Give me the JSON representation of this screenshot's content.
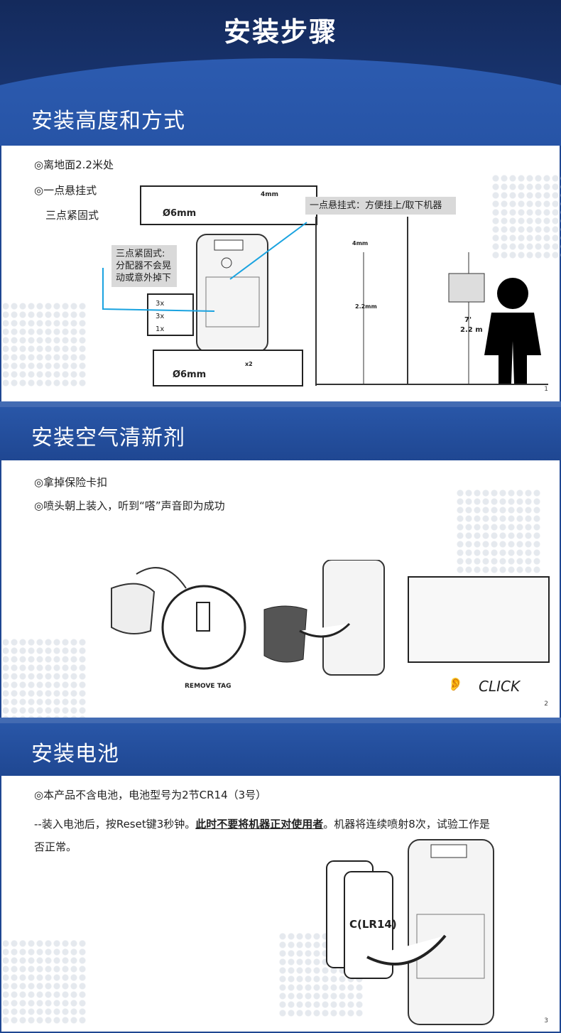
{
  "page_title": "安装步骤",
  "sections": [
    {
      "title": "安装高度和方式",
      "page": "1",
      "bullets": [
        "◎离地面2.2米处",
        "◎一点悬挂式",
        "三点紧固式"
      ],
      "callout_one": "一点悬挂式：方便挂上/取下机器",
      "callout_three": [
        "三点紧固式:",
        "分配器不会晃",
        "动或意外掉下"
      ],
      "drill_label": "Ø6mm",
      "gap_label": "4mm",
      "x2": "x2",
      "parts": [
        "3x",
        "3x",
        "1x"
      ],
      "height_mm": "2.2mm",
      "height_ft": "7'",
      "height_m": "2.2 m",
      "wall_gap": "4mm"
    },
    {
      "title": "安装空气清新剂",
      "page": "2",
      "bullets": [
        "◎拿掉保险卡扣",
        "◎喷头朝上装入，听到“嗒”声音即为成功"
      ],
      "remove_tag": "REMOVE TAG",
      "click": "CLICK"
    },
    {
      "title": "安装电池",
      "page": "3",
      "line1": "◎本产品不含电池，电池型号为2节CR14（3号）",
      "line2_a": "--装入电池后，按Reset键3秒钟。",
      "line2_b": "此时不要将机器正对使用者",
      "line2_c": "。机器将连续喷射8次，试验工作是",
      "line3": "否正常。",
      "battery": "C(LR14)"
    }
  ]
}
